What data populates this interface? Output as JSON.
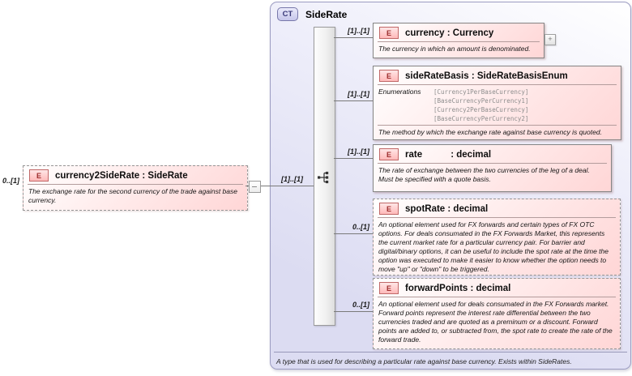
{
  "colors": {
    "container_fill": "#dcdcf2",
    "container_border": "#9c9cc2",
    "element_fill": "#ffd6d6",
    "element_badge_border": "#c06868",
    "element_badge_text": "#9c2d2d",
    "ct_badge_text": "#383878",
    "connector_line": "#7a7a7a"
  },
  "left_element": {
    "badge": "E",
    "outer_cardinality": "0..[1]",
    "title": "currency2SideRate : SideRate",
    "description": "The exchange rate for the second currency of the trade against base currency."
  },
  "connector": {
    "cardinality": "[1]..[1]"
  },
  "complex_type": {
    "badge": "CT",
    "title": "SideRate",
    "footer": "A type that is used for describing a particular rate against base currency. Exists within SideRates.",
    "children": [
      {
        "badge": "E",
        "cardinality": "[1]..[1]",
        "title": "currency : Currency",
        "description": "The currency in which an amount is denominated.",
        "expand_icon": "+"
      },
      {
        "badge": "E",
        "cardinality": "[1]..[1]",
        "title": "sideRateBasis : SideRateBasisEnum",
        "enumerations_label": "Enumerations",
        "enumerations": [
          "[Currency1PerBaseCurrency]",
          "[BaseCurrencyPerCurrency1]",
          "[Currency2PerBaseCurrency]",
          "[BaseCurrencyPerCurrency2]"
        ],
        "description": "The method by which the exchange rate against base currency is quoted."
      },
      {
        "badge": "E",
        "cardinality": "[1]..[1]",
        "title": "rate           : decimal",
        "description": "The rate of exchange between the two currencies of the leg of a deal. Must be specified with a quote basis."
      },
      {
        "badge": "E",
        "cardinality": "0..[1]",
        "title": "spotRate : decimal",
        "description": "An optional element used for FX forwards and certain types of FX OTC options. For deals consumated in the FX Forwards Market, this represents the current market rate for a particular currency pair. For barrier and digital/binary options, it can be useful to include the spot rate at the time the option was executed to make it easier to know whether the option needs to move \"up\" or \"down\" to be triggered."
      },
      {
        "badge": "E",
        "cardinality": "0..[1]",
        "title": "forwardPoints : decimal",
        "description": "An optional element used for deals consumated in the FX Forwards market. Forward points represent the interest rate differential between the two currencies traded and are quoted as a preminum or a discount. Forward points are added to, or subtracted from, the spot rate to create the rate of the forward trade."
      }
    ]
  }
}
